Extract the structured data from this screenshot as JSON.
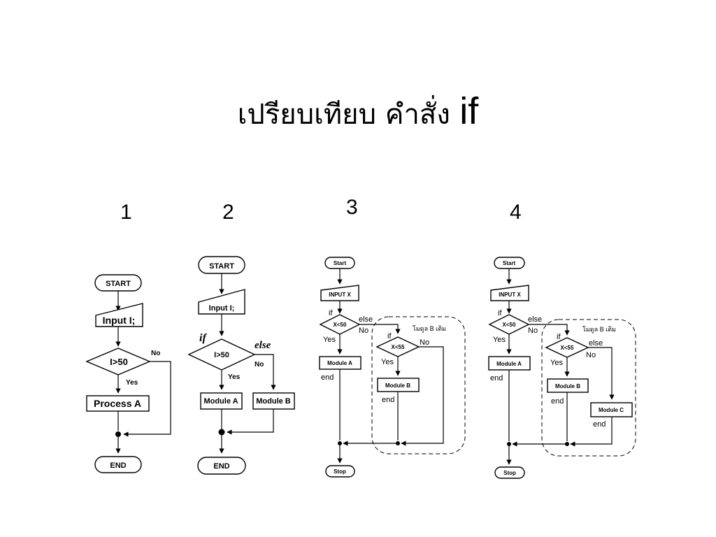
{
  "slide": {
    "title_thai": "เปรียบเทียบ คำสั่ง",
    "title_keyword": "if",
    "labels": [
      "1",
      "2",
      "3",
      "4"
    ]
  },
  "flow1": {
    "start": "START",
    "input": "Input I;",
    "cond": "I>50",
    "no": "No",
    "yes": "Yes",
    "process": "Process A",
    "end": "END"
  },
  "flow2": {
    "start": "START",
    "input": "Input I;",
    "if": "if",
    "else": "else",
    "cond": "I>50",
    "no": "No",
    "yes": "Yes",
    "module_a": "Module A",
    "module_b": "Module B",
    "end": "END"
  },
  "flow3": {
    "start": "Start",
    "input": "INPUT X",
    "if": "if",
    "cond": "X<50",
    "else": "else",
    "no": "No",
    "yes": "Yes",
    "module_a": "Module A",
    "end_a": "end",
    "group": "โมดูล B เดิม",
    "if2": "if",
    "cond2": "X<55",
    "no2": "No",
    "yes2": "Yes",
    "module_b": "Module B",
    "end_b": "end",
    "stop": "Stop"
  },
  "flow4": {
    "start": "Start",
    "input": "INPUT X",
    "if": "if",
    "cond": "X<50",
    "else": "else",
    "no": "No",
    "yes": "Yes",
    "module_a": "Module A",
    "end_a": "end",
    "group": "โมดูล B เดิม",
    "if2": "if",
    "cond2": "X<55",
    "else2": "else",
    "no2": "No",
    "yes2": "Yes",
    "module_b": "Module B",
    "end_b": "end",
    "module_c": "Module C",
    "end_c": "end",
    "stop": "Stop"
  }
}
